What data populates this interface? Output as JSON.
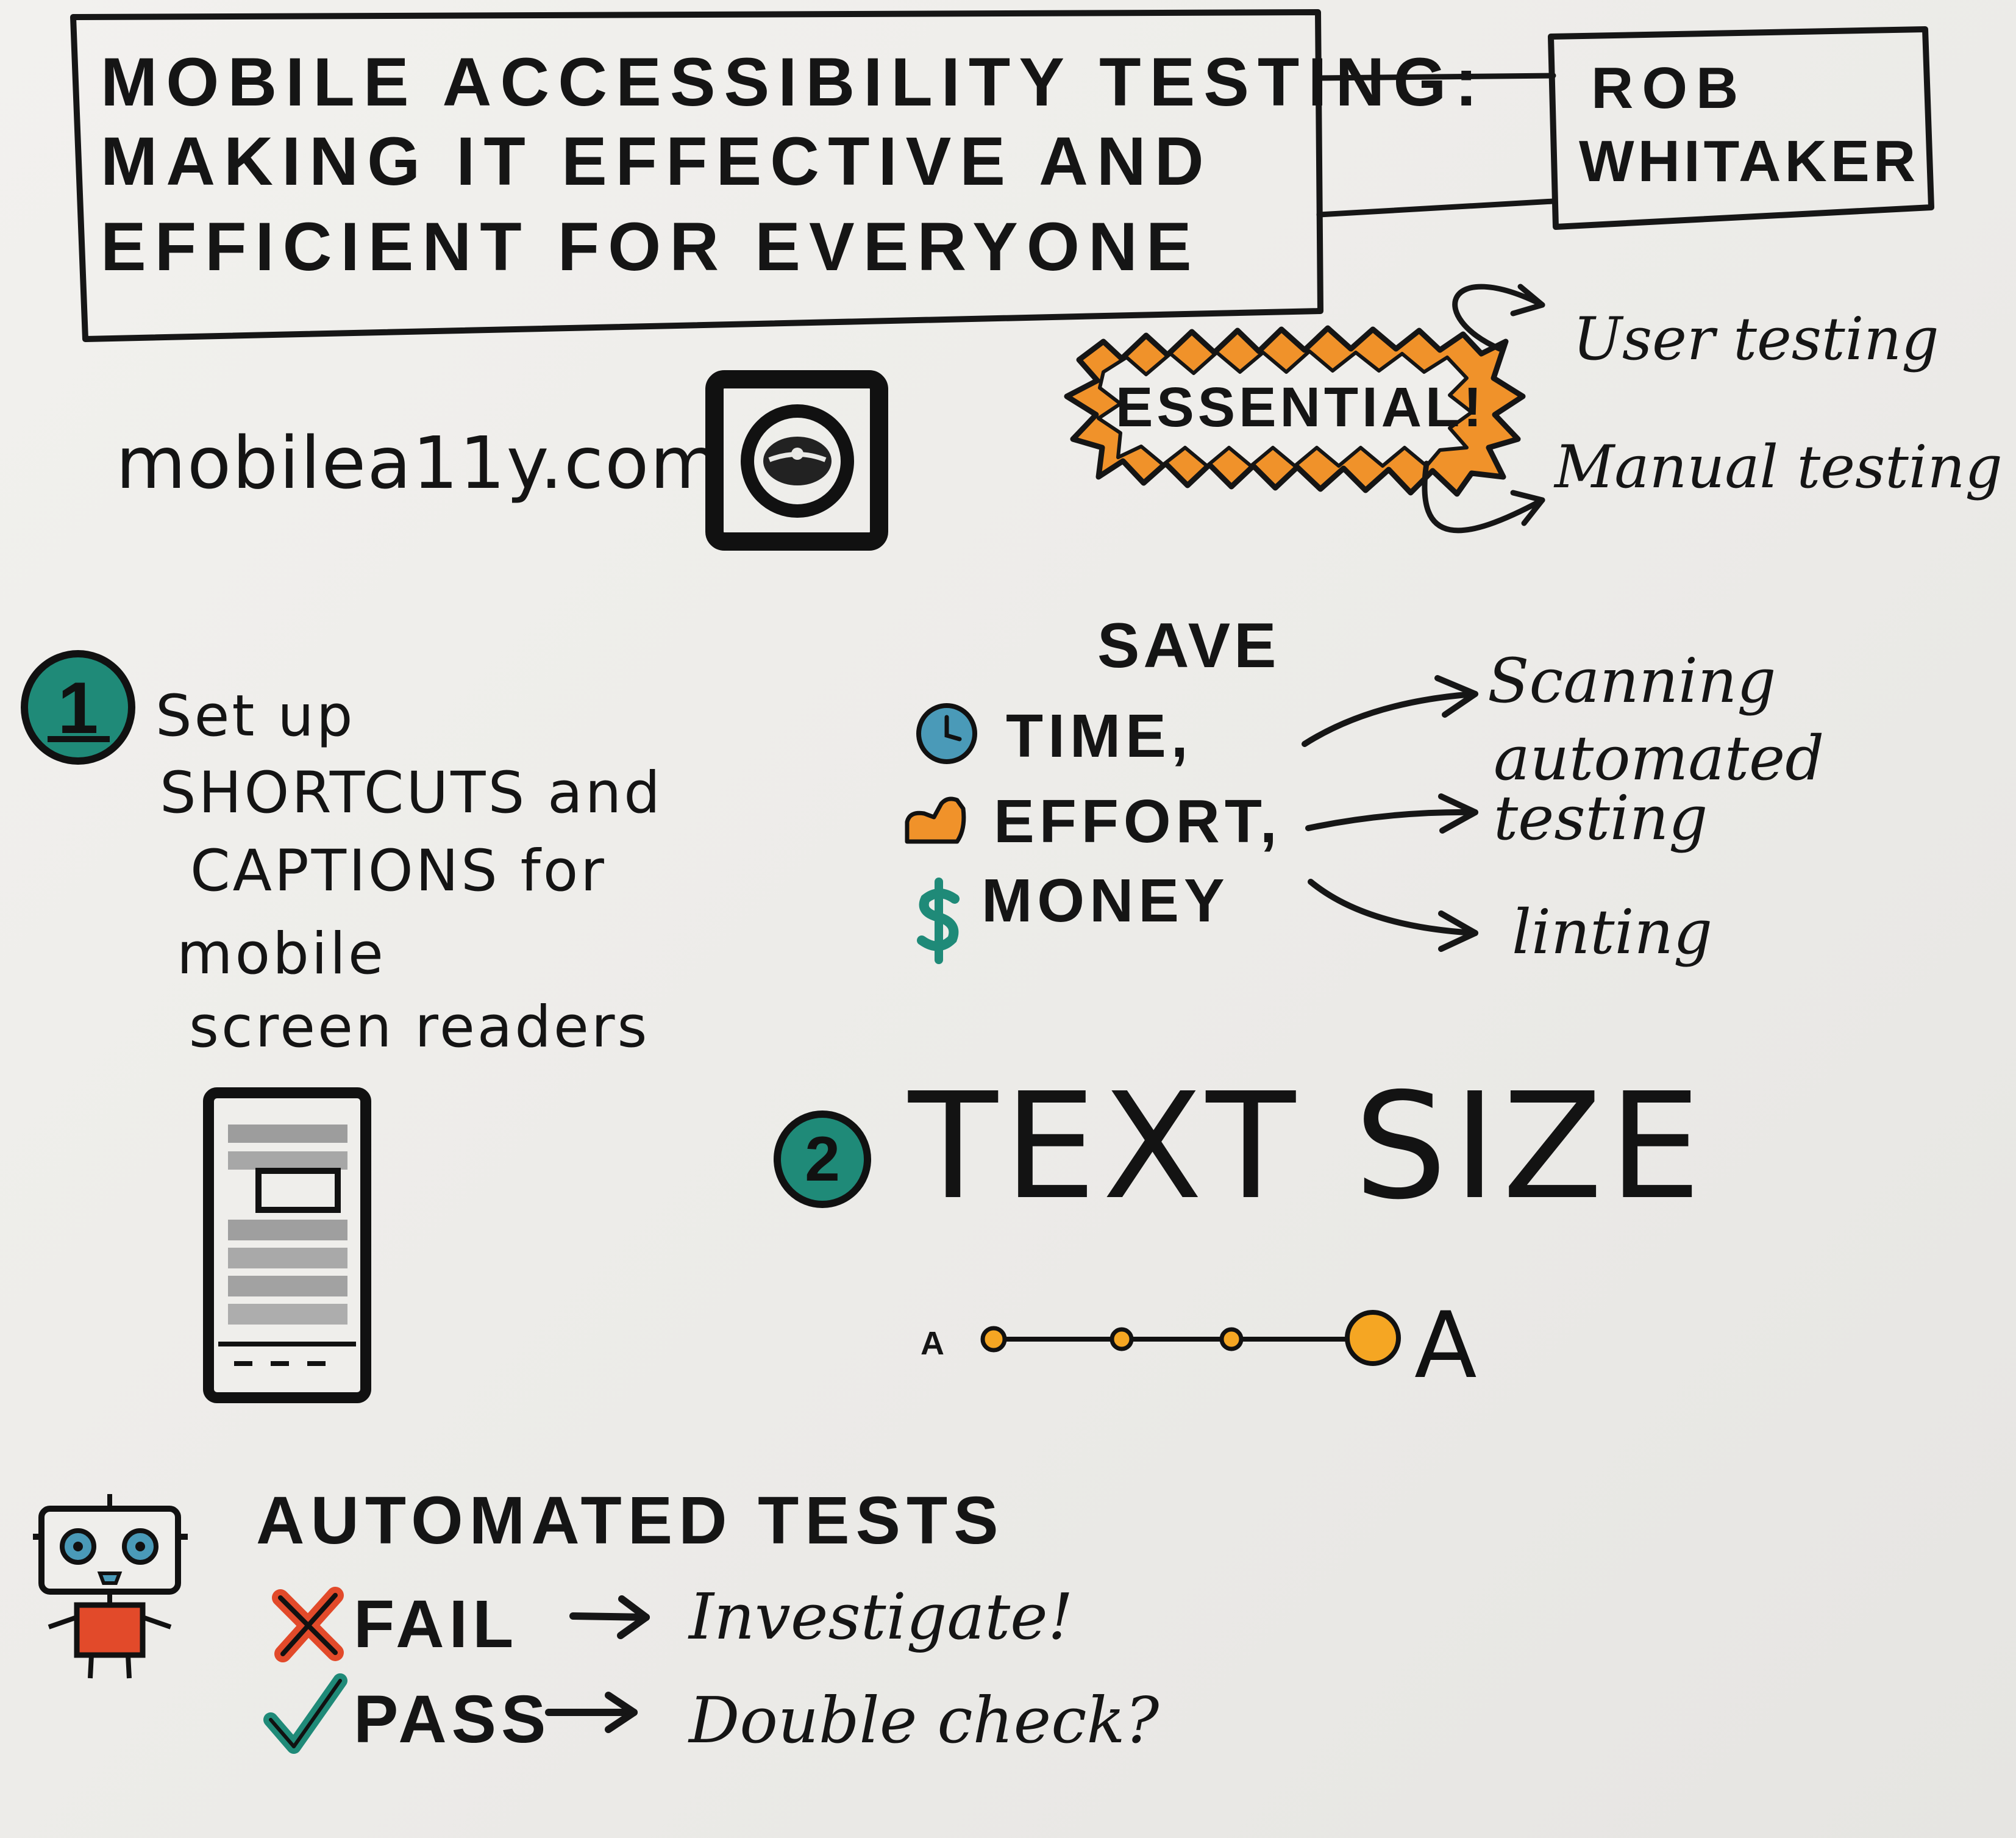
{
  "title": {
    "line1": "MOBILE ACCESSIBILITY TESTING:",
    "line2": "MAKING IT EFFECTIVE AND",
    "line3": "EFFICIENT FOR EVERYONE"
  },
  "speaker": {
    "line1": "ROB",
    "line2": "WHITAKER"
  },
  "website": "mobilea11y.com",
  "essential": {
    "label": "ESSENTIAL!",
    "items": [
      "User testing",
      "Manual testing"
    ],
    "accent_color": "#f0922a"
  },
  "section1": {
    "number": "1",
    "lines": [
      "Set up",
      "SHORTCUTS and",
      "CAPTIONS for",
      "mobile",
      "screen readers"
    ],
    "badge_color": "#1f8a78"
  },
  "save": {
    "heading": "SAVE",
    "items": [
      {
        "label": "TIME,",
        "icon": "clock-icon",
        "color": "#4a9ab8"
      },
      {
        "label": "EFFORT,",
        "icon": "flexed-arm-icon",
        "color": "#f0922a"
      },
      {
        "label": "MONEY",
        "icon": "dollar-icon",
        "color": "#1f8a78"
      }
    ],
    "methods": [
      "Scanning",
      "automated testing",
      "linting"
    ]
  },
  "section2": {
    "number": "2",
    "title": "TEXT SIZE",
    "slider_small_label": "A",
    "slider_large_label": "A",
    "slider_accent_color": "#f5a623"
  },
  "automated": {
    "title": "AUTOMATED TESTS",
    "fail_label": "FAIL",
    "fail_result": "Investigate!",
    "pass_label": "PASS",
    "pass_result": "Double check?",
    "robot_body_color": "#e24a2a",
    "robot_eye_color": "#4a9ab8"
  }
}
